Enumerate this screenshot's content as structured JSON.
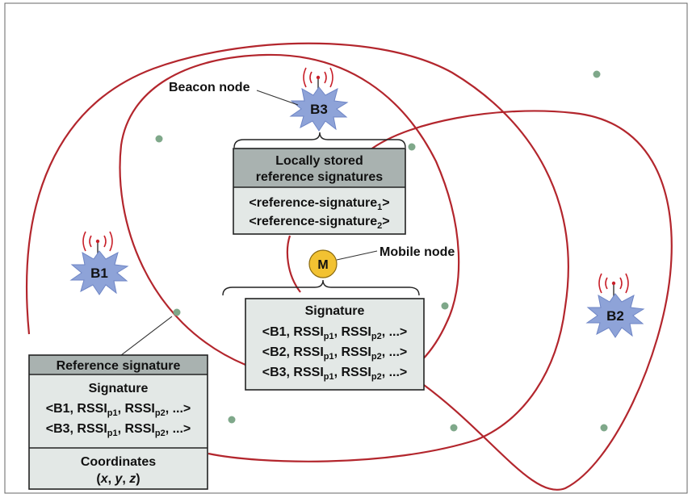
{
  "beacons": [
    {
      "id": "B3",
      "label": "B3"
    },
    {
      "id": "B1",
      "label": "B1"
    },
    {
      "id": "B2",
      "label": "B2"
    }
  ],
  "mobile": {
    "label": "M",
    "callout": "Mobile node"
  },
  "beacon_callout": "Beacon node",
  "stored_box": {
    "header_line1": "Locally stored",
    "header_line2": "reference signatures",
    "row1_prefix": "<reference-signature",
    "row1_sub": "1",
    "row1_suffix": ">",
    "row2_prefix": "<reference-signature",
    "row2_sub": "2",
    "row2_suffix": ">"
  },
  "signature_box": {
    "title": "Signature",
    "rows": [
      {
        "beacon": "<B1, RSSI",
        "sub1": "p1",
        "mid": ", RSSI",
        "sub2": "p2",
        "end": ", ...>"
      },
      {
        "beacon": "<B2, RSSI",
        "sub1": "p1",
        "mid": ", RSSI",
        "sub2": "p2",
        "end": ", ...>"
      },
      {
        "beacon": "<B3, RSSI",
        "sub1": "p1",
        "mid": ", RSSI",
        "sub2": "p2",
        "end": ", ...>"
      }
    ]
  },
  "reference_box": {
    "header": "Reference signature",
    "sig_title": "Signature",
    "rows": [
      {
        "beacon": "<B1, RSSI",
        "sub1": "p1",
        "mid": ", RSSI",
        "sub2": "p2",
        "end": ", ...>"
      },
      {
        "beacon": "<B3, RSSI",
        "sub1": "p1",
        "mid": ", RSSI",
        "sub2": "p2",
        "end": ", ...>"
      }
    ],
    "coords_title": "Coordinates",
    "coords_open": "(",
    "coords_x": "x",
    "coords_sep1": ", ",
    "coords_y": "y",
    "coords_sep2": ", ",
    "coords_z": "z",
    "coords_close": ")"
  },
  "colors": {
    "range_curve": "#b3262d",
    "beacon_fill": "#8ea3d8",
    "mobile_fill": "#f2c232",
    "box_header": "#a9b2b0",
    "box_body": "#e3e8e6",
    "sensor_dot": "#7fa88a"
  },
  "icons": {
    "beacon": "starburst-icon",
    "radio": "radio-wave-icon",
    "mobile": "circle-node-icon"
  }
}
